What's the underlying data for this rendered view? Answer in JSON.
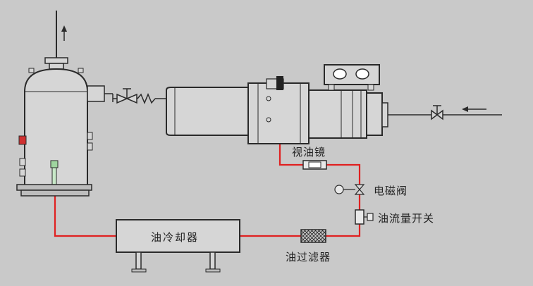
{
  "labels": {
    "sight_glass": "视油镜",
    "solenoid_valve": "电磁阀",
    "oil_flow_switch": "油流量开关",
    "oil_cooler": "油冷却器",
    "oil_filter": "油过滤器"
  },
  "colors": {
    "background": "#c9c9c9",
    "equipment_fill": "#d6d6d6",
    "outline": "#2a2a2a",
    "oil_line": "#e02020"
  },
  "icons": {
    "flow_arrow": "arrow-up-icon",
    "inlet_arrow": "arrow-left-icon"
  }
}
